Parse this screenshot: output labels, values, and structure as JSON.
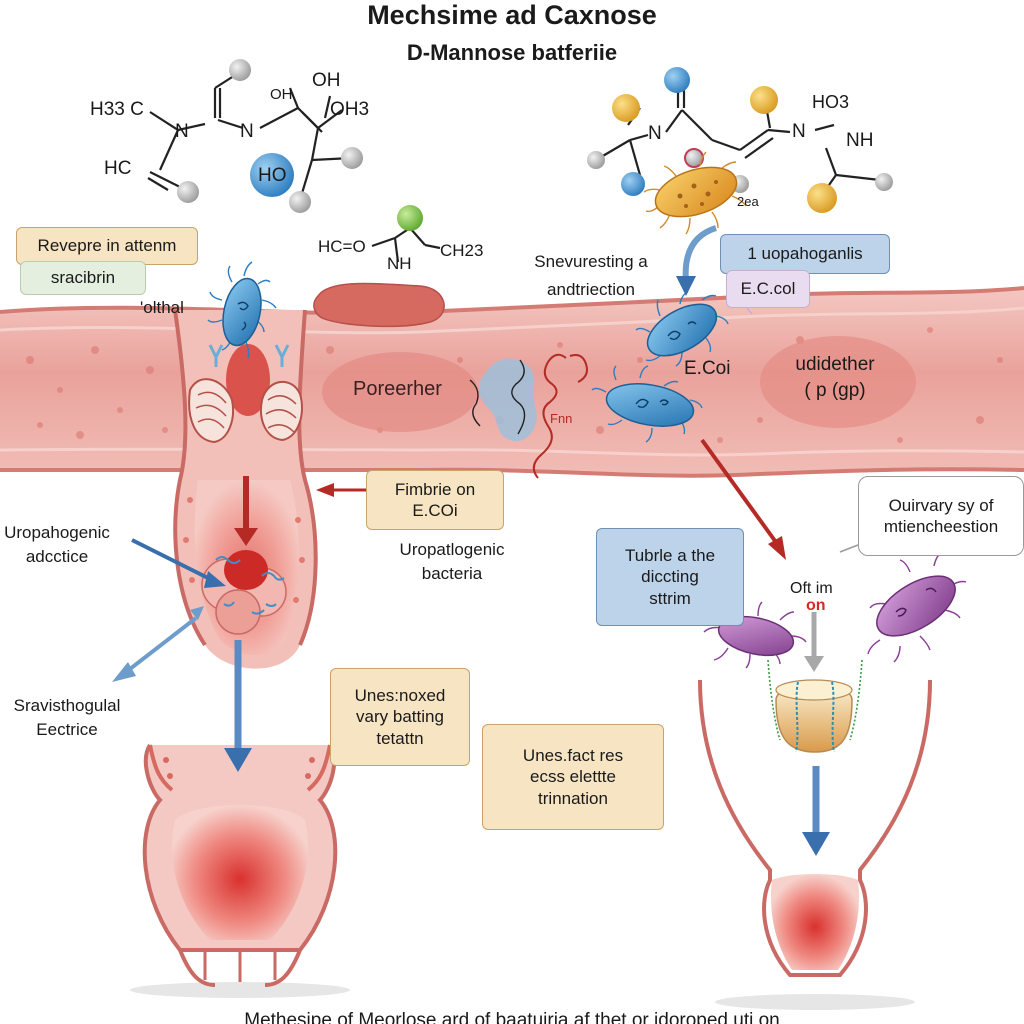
{
  "title": "Mechsime ad Caxnose",
  "subtitle": "D-Mannose batferiie",
  "footer": "Methesipe of Meorlose ard of baatuiria af thet or idoroped uti on",
  "molecule_left": {
    "h3c": "H33 C",
    "n1": "N",
    "n2": "N",
    "hc": "HC",
    "ho": "HO",
    "oh_small": "OH",
    "oh": "OH",
    "oh3": "OH3"
  },
  "molecule_mid": {
    "hco": "HC=O",
    "nh": "NH",
    "ch23": "CH23"
  },
  "molecule_right": {
    "n1": "N",
    "n2": "N",
    "ho3": "HO3",
    "nh": "NH",
    "val": "2ea"
  },
  "labels": {
    "revepre": "Revepre in attenm",
    "sracibrin": "sracibrin",
    "yolthal": "'olthal",
    "snevuresting_1": "Snevuresting a",
    "snevuresting_2": "andtriection",
    "uoopahoganlis": "1 uopahoganlis",
    "ecol_box": "E.C.col",
    "ecoi": "E.Coi",
    "udidether_1": "udidether",
    "udidether_2": "( p (gp)",
    "poreerher": "Poreerher",
    "fnn": "Fnn",
    "fimbrie_1": "Fimbrie on",
    "fimbrie_2": "E.COi",
    "uropatlogenic_1": "Uropatlogenic",
    "uropatlogenic_2": "bacteria",
    "uropahogenic_1": "Uropahogenic",
    "uropahogenic_2": "adcctice",
    "sravist_1": "Sravisthogulal",
    "sravist_2": "Eectrice",
    "unes1_1": "Unes:noxed",
    "unes1_2": "vary batting",
    "unes1_3": "tetattn",
    "unes2_1": "Unes.fact res",
    "unes2_2": "ecss elettte",
    "unes2_3": "trinnation",
    "tubrle_1": "Tubrle a the",
    "tubrle_2": "diccting",
    "tubrle_3": "sttrim",
    "ouirvary_1": "Ouirvary sy of",
    "ouirvary_2": "mtiencheestion",
    "oft_im": "Oft im",
    "on": "on"
  },
  "colors": {
    "tissue": "#e89a94",
    "tissue_dark": "#c96a64",
    "bacteria_blue": "#3d8fc9",
    "bacteria_purple": "#9b4fa6",
    "bacteria_orange": "#e9a53b",
    "arrow_red": "#b52a25",
    "arrow_blue": "#3a6fae",
    "atom_grey": "#b9b9b9",
    "atom_blue": "#4a9fd8",
    "atom_gold": "#eab23a",
    "atom_green": "#7cc244"
  }
}
